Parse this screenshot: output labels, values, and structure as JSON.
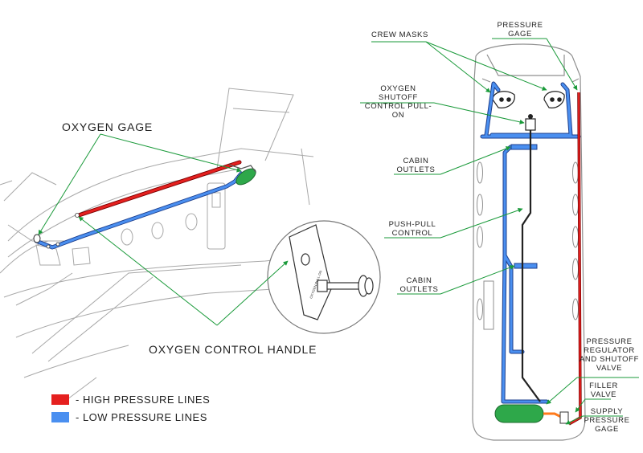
{
  "left_view": {
    "oxygen_gage_label": "OXYGEN GAGE",
    "oxygen_control_handle_label": "OXYGEN CONTROL HANDLE",
    "handle_placard_text": "OXYGEN PULL ON"
  },
  "legend": {
    "items": [
      {
        "label": "- HIGH PRESSURE LINES",
        "color": "#e5201f"
      },
      {
        "label": "- LOW PRESSURE LINES",
        "color": "#4a8ff0"
      }
    ]
  },
  "right_view": {
    "crew_masks": "CREW MASKS",
    "oxygen_shutoff_line1": "OXYGEN SHUTOFF",
    "oxygen_shutoff_line2": "CONTROL PULL-ON",
    "pressure_gage_line1": "PRESSURE",
    "pressure_gage_line2": "GAGE",
    "cabin_outlets_top_line1": "CABIN",
    "cabin_outlets_top_line2": "OUTLETS",
    "push_pull_line1": "PUSH-PULL",
    "push_pull_line2": "CONTROL",
    "cabin_outlets_mid_line1": "CABIN",
    "cabin_outlets_mid_line2": "OUTLETS",
    "regulator_line1": "PRESSURE",
    "regulator_line2": "REGULATOR",
    "regulator_line3": "AND SHUTOFF",
    "regulator_line4": "VALVE",
    "filler_line1": "FILLER",
    "filler_line2": "VALVE",
    "supply_line1": "SUPPLY",
    "supply_line2": "PRESSURE",
    "supply_line3": "GAGE"
  },
  "colors": {
    "high_pressure": "#e5201f",
    "low_pressure": "#4a8ff0",
    "leader_lines": "#1a9a3a",
    "oxygen_bottle": "#2ea84a",
    "outline": "#9a9a9a"
  }
}
